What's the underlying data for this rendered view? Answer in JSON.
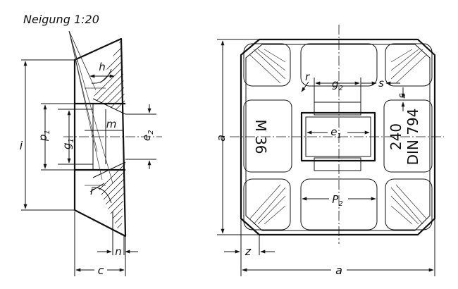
{
  "section_view": {
    "slope_label": "Neigung 1:20",
    "dims": {
      "i": "i",
      "p1": "p",
      "p1_sub": "1",
      "g1": "g",
      "g1_sub": "1",
      "h": "h",
      "m": "m",
      "e2": "e",
      "e2_sub": "2",
      "r": "r",
      "n": "n",
      "c": "c"
    }
  },
  "top_view": {
    "marking_left": "M 36",
    "marking_right_1": "240",
    "marking_right_2": "DIN 794",
    "dims": {
      "a_vertical": "a",
      "a_horizontal": "a",
      "z": "z",
      "r": "r",
      "g2": "g",
      "g2_sub": "2",
      "s_horizontal": "s",
      "s_vertical": "s",
      "e1": "e",
      "e1_sub": "1",
      "p2": "P",
      "p2_sub": "2"
    }
  }
}
